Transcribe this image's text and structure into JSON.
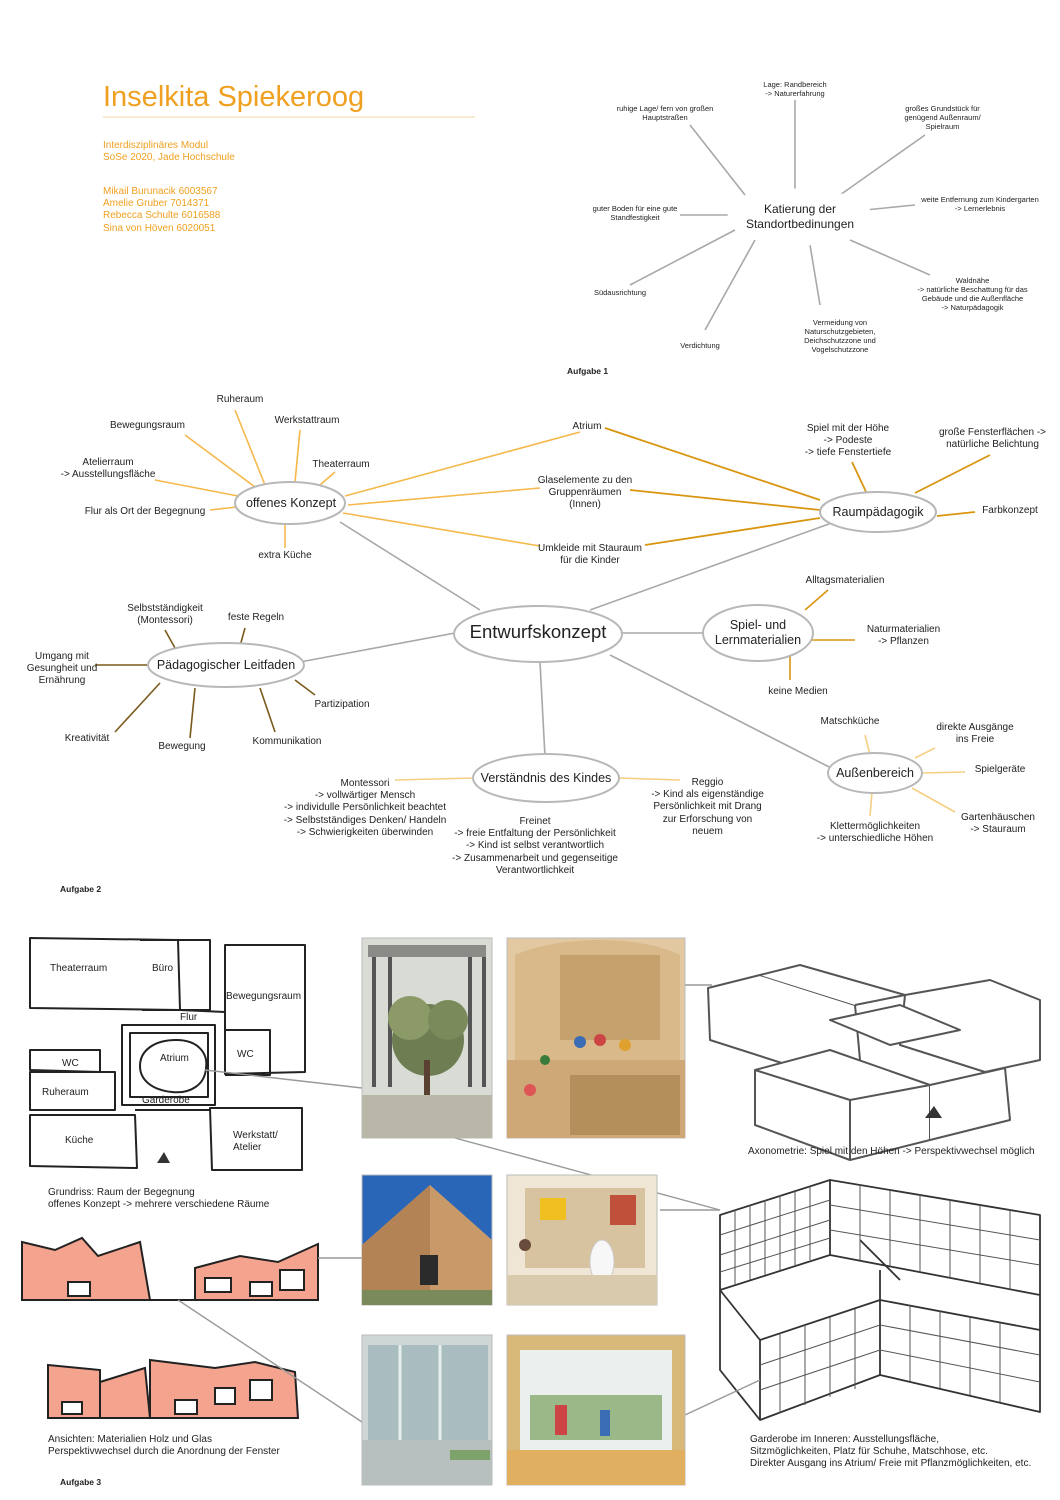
{
  "header": {
    "title": "Inselkita Spiekeroog",
    "module": "Interdisziplinäres Modul\nSoSe 2020, Jade Hochschule",
    "team": [
      "Mikail Burunacik 6003567",
      "Amelie Gruber 7014371",
      "Rebecca Schulte   6016588",
      "Sina von Höven 6020051"
    ]
  },
  "task_labels": [
    "Aufgabe 1",
    "Aufgabe 2",
    "Aufgabe 3"
  ],
  "location_diagram": {
    "center": "Katierung der\nStandortbedinungen",
    "branches": [
      "Lage: Randbereich\n-> Naturerfahrung",
      "großes Grundstück für\ngenügend Außenraum/\nSpielraum",
      "weite Entfernung zum Kindergarten\n-> Lernerlebnis",
      "Waldnähe\n-> natürliche Beschattung für das\nGebäude und die Außenfläche\n-> Naturpädagogik",
      "Vermeidung von\nNaturschutzgebieten,\nDeichschutzzone und\nVogelschutzzone",
      "Verdichtung",
      "Südausrichtung",
      "guter Boden für eine gute\nStandfestigkeit",
      "ruhige Lage/ fern von großen\nHauptstraßen"
    ]
  },
  "concept_map": {
    "center": "Entwurfskonzept",
    "nodes": {
      "open_concept": "offenes Konzept",
      "room_pedagogy": "Raumpädagogik",
      "guideline": "Pädagogischer Leitfaden",
      "materials": "Spiel- und\nLernmaterialien",
      "outdoor": "Außenbereich",
      "understanding": "Verständnis des Kindes"
    },
    "shared_leaves": [
      "Atrium",
      "Glaselemente zu den\nGruppenräumen\n(Innen)",
      "Umkleide mit Stauraum\nfür die Kinder"
    ],
    "open_concept_leaves": [
      "Ruheraum",
      "Werkstattraum",
      "Bewegungsraum",
      "Theaterraum",
      "Atelierraum\n-> Ausstellungsfläche",
      "Flur als Ort der Begegnung",
      "extra Küche"
    ],
    "room_pedagogy_leaves": [
      "Spiel mit der Höhe\n-> Podeste\n-> tiefe Fenstertiefe",
      "große Fensterflächen ->\nnatürliche Belichtung",
      "Farbkonzept"
    ],
    "guideline_leaves": [
      "Selbstständigkeit\n(Montessori)",
      "feste Regeln",
      "Umgang mit\nGesungheit und\nErnährung",
      "Partizipation",
      "Kreativität",
      "Bewegung",
      "Kommunikation"
    ],
    "materials_leaves": [
      "Alltagsmaterialien",
      "Naturmaterialien\n-> Pflanzen",
      "keine Medien"
    ],
    "outdoor_leaves": [
      "Matschküche",
      "direkte Ausgänge\nins Freie",
      "Spielgeräte",
      "Gartenhäuschen\n-> Stauraum",
      "Klettermöglichkeiten\n-> unterschiedliche Höhen"
    ],
    "understanding_leaves": [
      "Montessori\n-> vollwärtiger Mensch\n-> individulle Persönlichkeit beachtet\n-> Selbstständiges Denken/ Handeln\n-> Schwierigkeiten überwinden",
      "Reggio\n-> Kind als eigenständige\nPersönlichkeit mit Drang\nzur Erforschung von\nneuem",
      "Freinet\n-> freie Entfaltung der Persönlichkeit\n-> Kind ist selbst verantwortlich\n-> Zusammenarbeit und gegenseitige\nVerantwortlichkeit"
    ]
  },
  "floor_plan": {
    "rooms": [
      "Theaterraum",
      "Büro",
      "Bewegungsraum",
      "Flur",
      "Atrium",
      "WC",
      "WC",
      "Ruheraum",
      "Garderobe",
      "Küche",
      "Werkstatt/\nAtelier"
    ],
    "caption": "Grundriss: Raum der Begegnung\noffenes Konzept -> mehrere verschiedene Räume"
  },
  "captions": {
    "axonometry": "Axonometrie: Spiel mit den Höhen -> Perspektivwechsel möglich",
    "elevations": "Ansichten: Materialien Holz und Glas\nPerspektivwechsel durch die Anordnung der Fenster",
    "wardrobe": "Garderobe im Inneren: Ausstellungsfläche,\nSitzmöglichkeiten, Platz für Schuhe, Matschhose, etc.\nDirekter Ausgang ins Atrium/ Freie mit Pflanzmöglichkeiten, etc."
  },
  "colors": {
    "accent": "#f0a020",
    "orange_line": "#f5b84a",
    "dark_orange_line": "#d99510",
    "brown_line": "#7a5a1c",
    "gray_line": "#a8a8a8",
    "sketch_red": "#f08a70"
  }
}
